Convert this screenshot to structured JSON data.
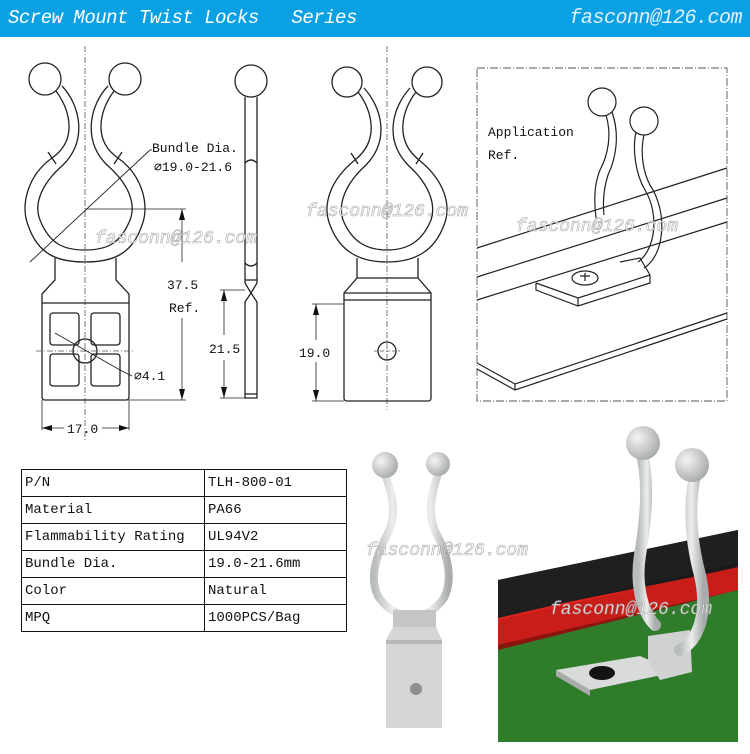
{
  "header": {
    "title": "Screw Mount Twist Locks   Series",
    "email": "fasconn@126.com",
    "background_color": "#0aa0e4"
  },
  "drawing": {
    "bundle_dia_label": "Bundle Dia.",
    "bundle_dia_value": "⌀19.0-21.6",
    "height_ref_value": "37.5",
    "height_ref_label": "Ref.",
    "hole_dia": "⌀4.1",
    "width": "17.0",
    "side_height": "21.5",
    "rear_height": "19.0",
    "application_label_line1": "Application",
    "application_label_line2": "Ref.",
    "watermark": "fasconn@126.com"
  },
  "spec_table": {
    "rows": [
      {
        "key": "P/N",
        "value": "TLH-800-01"
      },
      {
        "key": "Material",
        "value": "PA66"
      },
      {
        "key": "Flammability Rating",
        "value": "UL94V2"
      },
      {
        "key": "Bundle Dia.",
        "value": "19.0-21.6mm"
      },
      {
        "key": "Color",
        "value": "Natural"
      },
      {
        "key": "MPQ",
        "value": "1000PCS/Bag"
      }
    ]
  },
  "photos": {
    "product_render": "twist-lock-3d-render",
    "application_render": "twist-lock-on-cable-render"
  }
}
